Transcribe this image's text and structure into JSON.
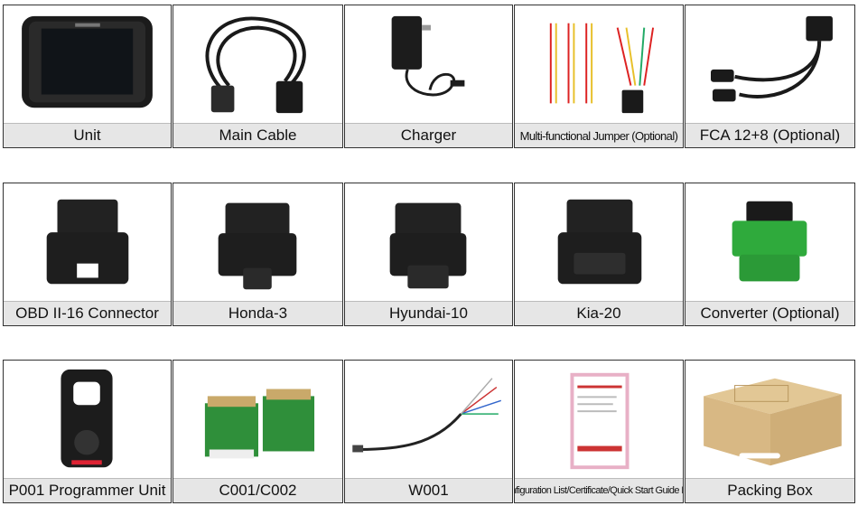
{
  "rows": [
    [
      "Unit",
      "Main Cable",
      "Charger",
      "Multi-functional Jumper (Optional)",
      "FCA 12+8 (Optional)"
    ],
    [
      "OBD II-16 Connector",
      "Honda-3",
      "Hyundai-10",
      "Kia-20",
      "Converter (Optional)"
    ],
    [
      "P001 Programmer Unit",
      "C001/C002",
      "W001",
      "Configuration List/Certificate/Quick Start Guide Fold",
      "Packing Box"
    ]
  ],
  "colors": {
    "connector": "#1e1e1e",
    "converter": "#2faa3c",
    "board": "#2f8f3a",
    "box": "#d8b884",
    "document": "#e8b0c6"
  }
}
